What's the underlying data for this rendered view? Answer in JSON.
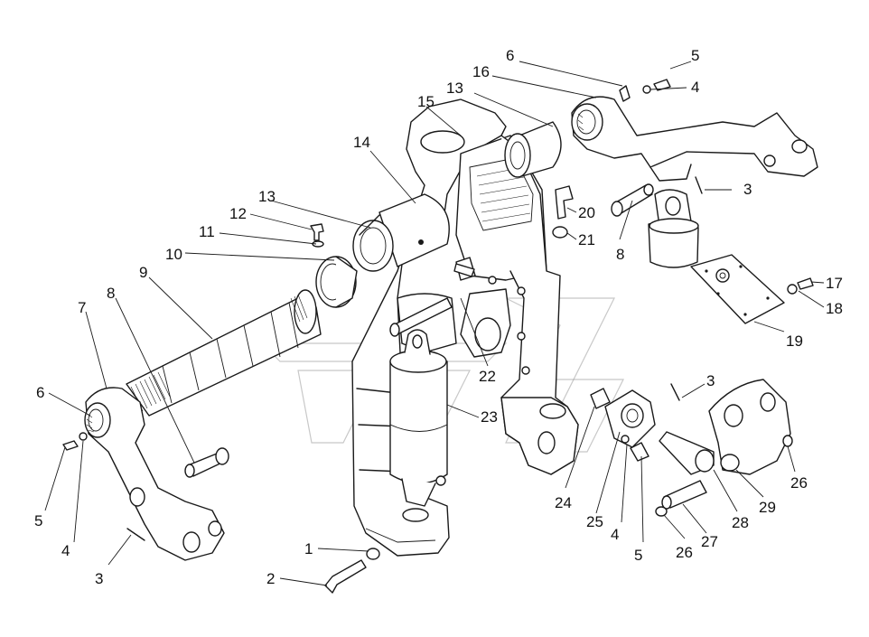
{
  "callouts": [
    {
      "id": "c1",
      "label": "1"
    },
    {
      "id": "c2",
      "label": "2"
    },
    {
      "id": "c3a",
      "label": "3"
    },
    {
      "id": "c3b",
      "label": "3"
    },
    {
      "id": "c3c",
      "label": "3"
    },
    {
      "id": "c4a",
      "label": "4"
    },
    {
      "id": "c4b",
      "label": "4"
    },
    {
      "id": "c4c",
      "label": "4"
    },
    {
      "id": "c5a",
      "label": "5"
    },
    {
      "id": "c5b",
      "label": "5"
    },
    {
      "id": "c5c",
      "label": "5"
    },
    {
      "id": "c6a",
      "label": "6"
    },
    {
      "id": "c6b",
      "label": "6"
    },
    {
      "id": "c7",
      "label": "7"
    },
    {
      "id": "c8a",
      "label": "8"
    },
    {
      "id": "c8b",
      "label": "8"
    },
    {
      "id": "c9",
      "label": "9"
    },
    {
      "id": "c10",
      "label": "10"
    },
    {
      "id": "c11",
      "label": "11"
    },
    {
      "id": "c12",
      "label": "12"
    },
    {
      "id": "c13a",
      "label": "13"
    },
    {
      "id": "c13b",
      "label": "13"
    },
    {
      "id": "c14",
      "label": "14"
    },
    {
      "id": "c15",
      "label": "15"
    },
    {
      "id": "c16",
      "label": "16"
    },
    {
      "id": "c17",
      "label": "17"
    },
    {
      "id": "c18",
      "label": "18"
    },
    {
      "id": "c19",
      "label": "19"
    },
    {
      "id": "c20",
      "label": "20"
    },
    {
      "id": "c21",
      "label": "21"
    },
    {
      "id": "c22",
      "label": "22"
    },
    {
      "id": "c23",
      "label": "23"
    },
    {
      "id": "c24",
      "label": "24"
    },
    {
      "id": "c25",
      "label": "25"
    },
    {
      "id": "c26a",
      "label": "26"
    },
    {
      "id": "c26b",
      "label": "26"
    },
    {
      "id": "c27",
      "label": "27"
    },
    {
      "id": "c28",
      "label": "28"
    },
    {
      "id": "c29",
      "label": "29"
    }
  ],
  "colors": {
    "ink": "#1a1a1a",
    "paper": "#ffffff",
    "watermark": "#9a9a9a"
  }
}
